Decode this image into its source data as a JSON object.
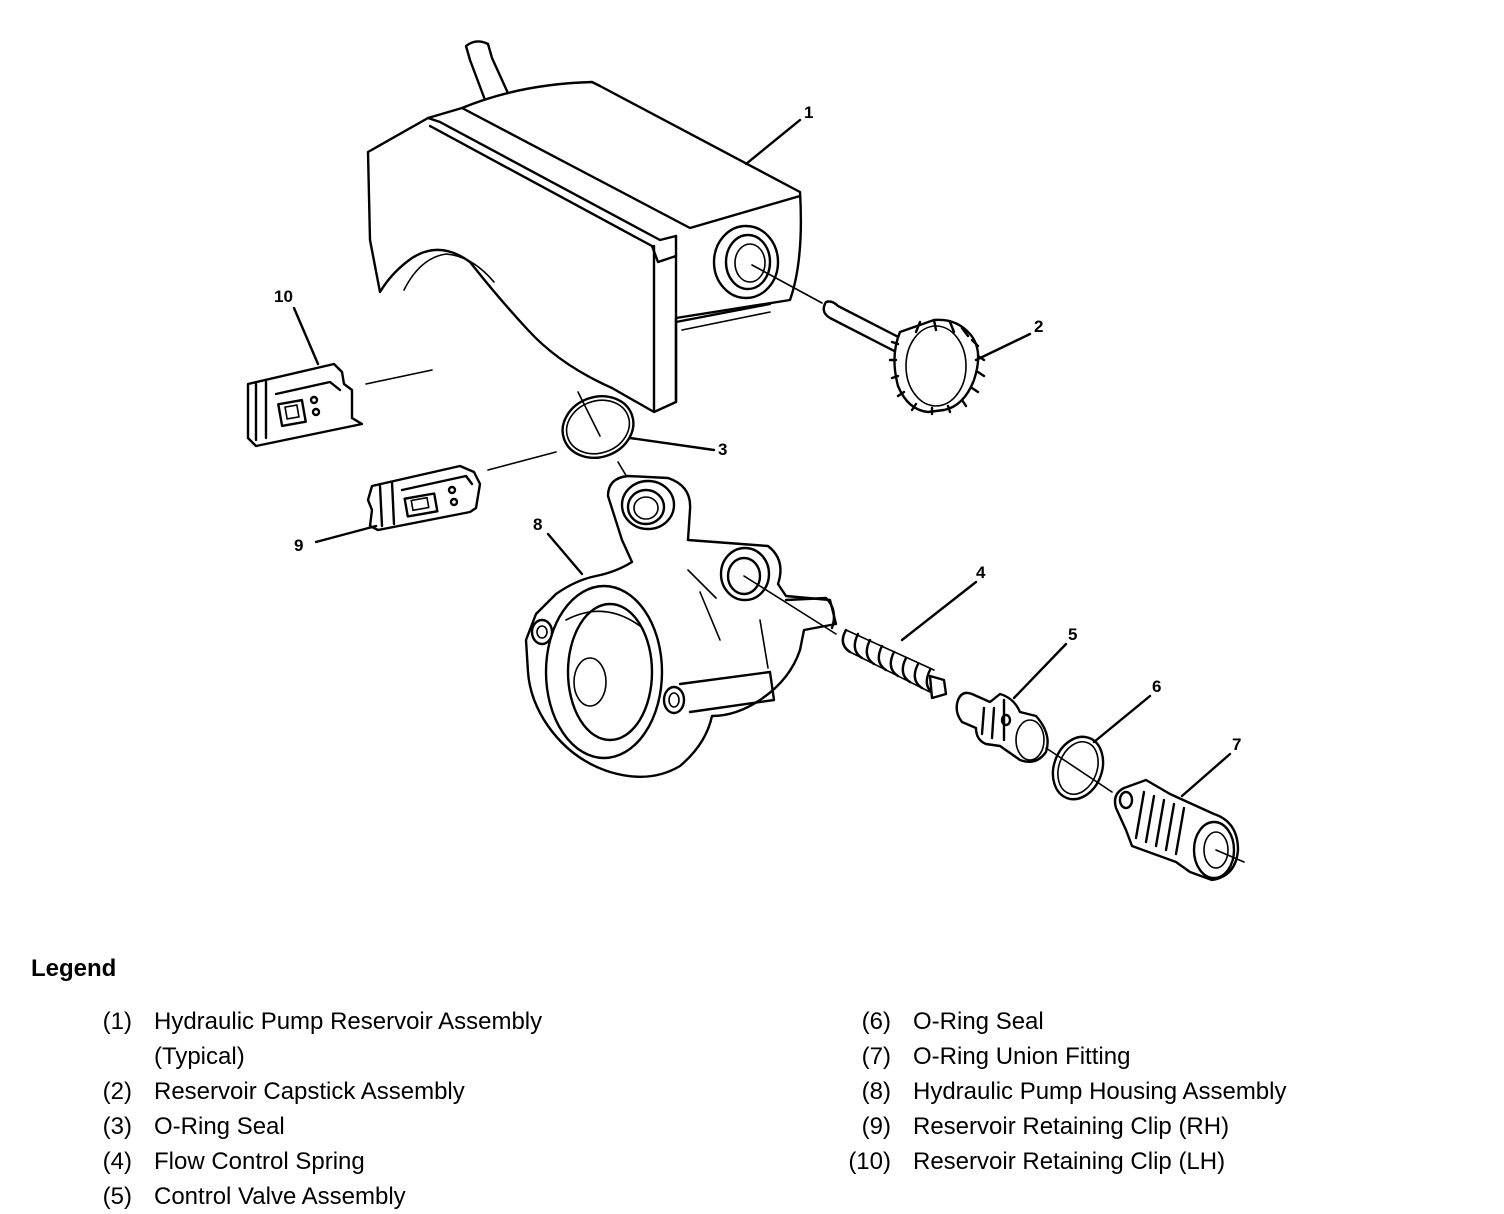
{
  "diagram": {
    "callouts": [
      "1",
      "2",
      "3",
      "4",
      "5",
      "6",
      "7",
      "8",
      "9",
      "10"
    ]
  },
  "legend": {
    "title": "Legend",
    "left": [
      {
        "num": "(1)",
        "line1": "Hydraulic Pump Reservoir Assembly",
        "line2": "(Typical)"
      },
      {
        "num": "(2)",
        "line1": "Reservoir Capstick Assembly"
      },
      {
        "num": "(3)",
        "line1": "O-Ring Seal"
      },
      {
        "num": "(4)",
        "line1": "Flow Control Spring"
      },
      {
        "num": "(5)",
        "line1": "Control Valve Assembly"
      }
    ],
    "right": [
      {
        "num": "(6)",
        "line1": "O-Ring Seal"
      },
      {
        "num": "(7)",
        "line1": "O-Ring Union Fitting"
      },
      {
        "num": "(8)",
        "line1": "Hydraulic Pump Housing Assembly"
      },
      {
        "num": "(9)",
        "line1": "Reservoir Retaining Clip (RH)"
      },
      {
        "num": "(10)",
        "line1": "Reservoir Retaining Clip (LH)"
      }
    ]
  }
}
